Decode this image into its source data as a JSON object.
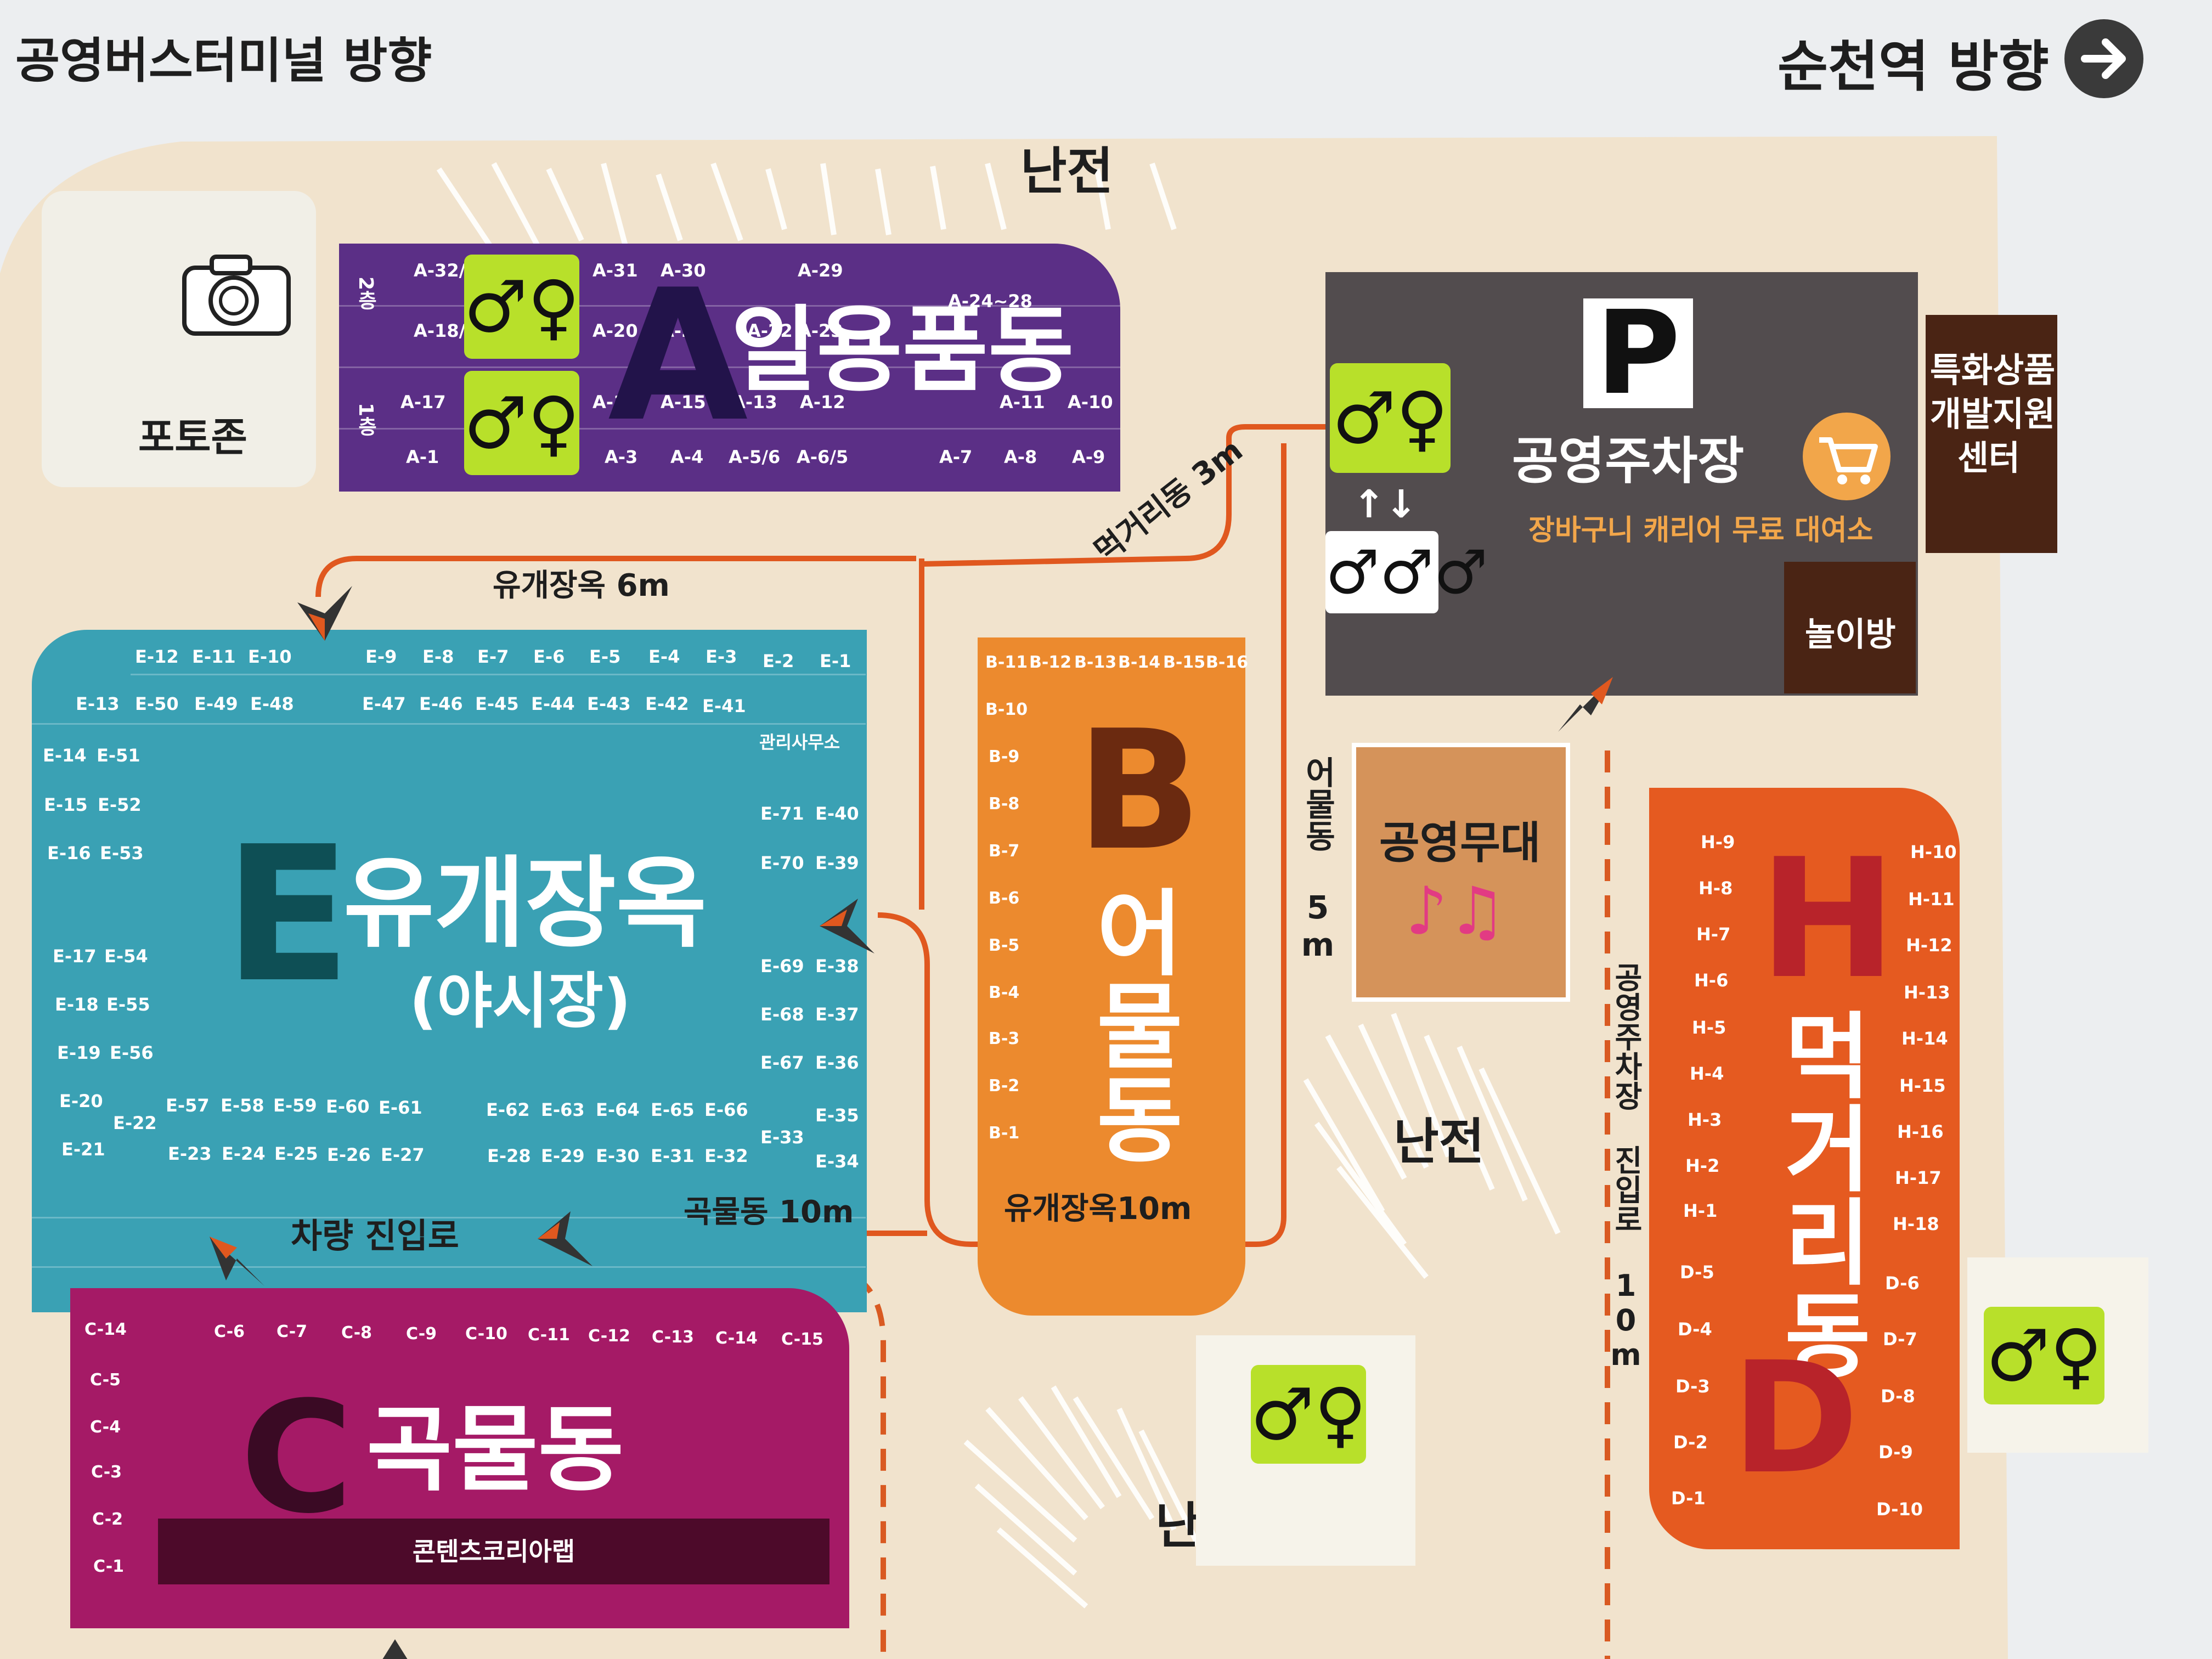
{
  "directions": {
    "left": "공영버스터미널 방향",
    "right": "순천역 방향",
    "right_icon": "arrow-right-circle-icon"
  },
  "labels": {
    "top_nanjeon": "난전",
    "mid_nanjeon": "난전",
    "bottom_nanjeon": "난전",
    "photo_zone": "포토존",
    "photo_icon": "camera-icon",
    "road_e_6m": "유개장옥 6m",
    "road_eat_3m": "먹거리동 3m",
    "road_fish_5m": "어물동 5m",
    "road_grain_10m": "곡물동 10m",
    "road_e_10m": "유개장옥10m",
    "vehicle_entry": "차량 진입로",
    "parking_entry": "공영주차장 진입로 10m"
  },
  "zones": {
    "A": {
      "letter": "A",
      "name": "일용품동",
      "color": "#5b2f86",
      "floor2": "2층",
      "floor1": "1층",
      "row1": [
        "A-32/33",
        "A-31",
        "A-30",
        "A-29"
      ],
      "row2": [
        "A-18/19",
        "A-20",
        "A-21",
        "A-22",
        "A-23",
        "A-24~28"
      ],
      "row3": [
        "A-17",
        "A-16",
        "A-15",
        "A-13",
        "A-12",
        "A-11",
        "A-10"
      ],
      "row4": [
        "A-1",
        "A-3",
        "A-4",
        "A-5/6",
        "A-6/5",
        "A-7",
        "A-8",
        "A-9"
      ]
    },
    "E": {
      "letter": "E",
      "name": "유개장옥",
      "sub": "(야시장)",
      "color": "#3aa1b4",
      "office": "관리사무소",
      "top1": [
        "E-12",
        "E-11",
        "E-10",
        "E-9",
        "E-8",
        "E-7",
        "E-6",
        "E-5",
        "E-4",
        "E-3",
        "E-2",
        "E-1"
      ],
      "top2": [
        "E-13",
        "E-50",
        "E-49",
        "E-48",
        "E-47",
        "E-46",
        "E-45",
        "E-44",
        "E-43",
        "E-42",
        "E-41"
      ],
      "left1": [
        "E-14",
        "E-15",
        "E-16",
        "E-17",
        "E-18",
        "E-19",
        "E-20",
        "E-21"
      ],
      "left2": [
        "E-51",
        "E-52",
        "E-53",
        "E-54",
        "E-55",
        "E-56",
        "E-22"
      ],
      "right1": [
        "E-71",
        "E-70",
        "E-69",
        "E-68",
        "E-67",
        "E-33"
      ],
      "right2": [
        "E-40",
        "E-39",
        "E-38",
        "E-37",
        "E-36",
        "E-35",
        "E-34"
      ],
      "bot1": [
        "E-57",
        "E-58",
        "E-59",
        "E-60",
        "E-61",
        "E-62",
        "E-63",
        "E-64",
        "E-65",
        "E-66"
      ],
      "bot2": [
        "E-23",
        "E-24",
        "E-25",
        "E-26",
        "E-27",
        "E-28",
        "E-29",
        "E-30",
        "E-31",
        "E-32"
      ]
    },
    "B": {
      "letter": "B",
      "name": "어물동",
      "color": "#ec8a2e",
      "top": [
        "B-11",
        "B-12",
        "B-13",
        "B-14",
        "B-15",
        "B-16"
      ],
      "side": [
        "B-10",
        "B-9",
        "B-8",
        "B-7",
        "B-6",
        "B-5",
        "B-4",
        "B-3",
        "B-2",
        "B-1"
      ]
    },
    "P": {
      "letter": "P",
      "name": "공영주차장",
      "service": "장바구니 캐리어 무료 대여소",
      "cart_icon": "shopping-cart-icon",
      "color": "#524c4e"
    },
    "special": {
      "line1": "특화상품",
      "line2": "개발지원",
      "line3": "센터"
    },
    "play": {
      "name": "놀이방"
    },
    "stage": {
      "name": "공영무대",
      "icon": "music-note-icon"
    },
    "H": {
      "letter": "H",
      "name": "먹거리동",
      "letter2": "D",
      "color": "#e55a20",
      "left": [
        "H-9",
        "H-8",
        "H-7",
        "H-6",
        "H-5",
        "H-4",
        "H-3",
        "H-2",
        "H-1",
        "D-5",
        "D-4",
        "D-3",
        "D-2",
        "D-1"
      ],
      "right": [
        "H-10",
        "H-11",
        "H-12",
        "H-13",
        "H-14",
        "H-15",
        "H-16",
        "H-17",
        "H-18",
        "D-6",
        "D-7",
        "D-8",
        "D-9",
        "D-10"
      ]
    },
    "C": {
      "letter": "C",
      "name": "곡물동",
      "color": "#a51a66",
      "top": [
        "C-14",
        "C-6",
        "C-7",
        "C-8",
        "C-9",
        "C-10",
        "C-11",
        "C-12",
        "C-13",
        "C-14",
        "C-15"
      ],
      "side": [
        "C-5",
        "C-4",
        "C-3",
        "C-2",
        "C-1"
      ],
      "banner": "콘텐츠코리아랩"
    }
  },
  "icons": {
    "restroom": "restroom-icon",
    "elevator": "elevator-icon",
    "entrance_marker": "entrance-arrow-icon"
  },
  "colors": {
    "board": "#f1e3cd",
    "route": "#e0581f",
    "dashed": "#d95a22"
  }
}
